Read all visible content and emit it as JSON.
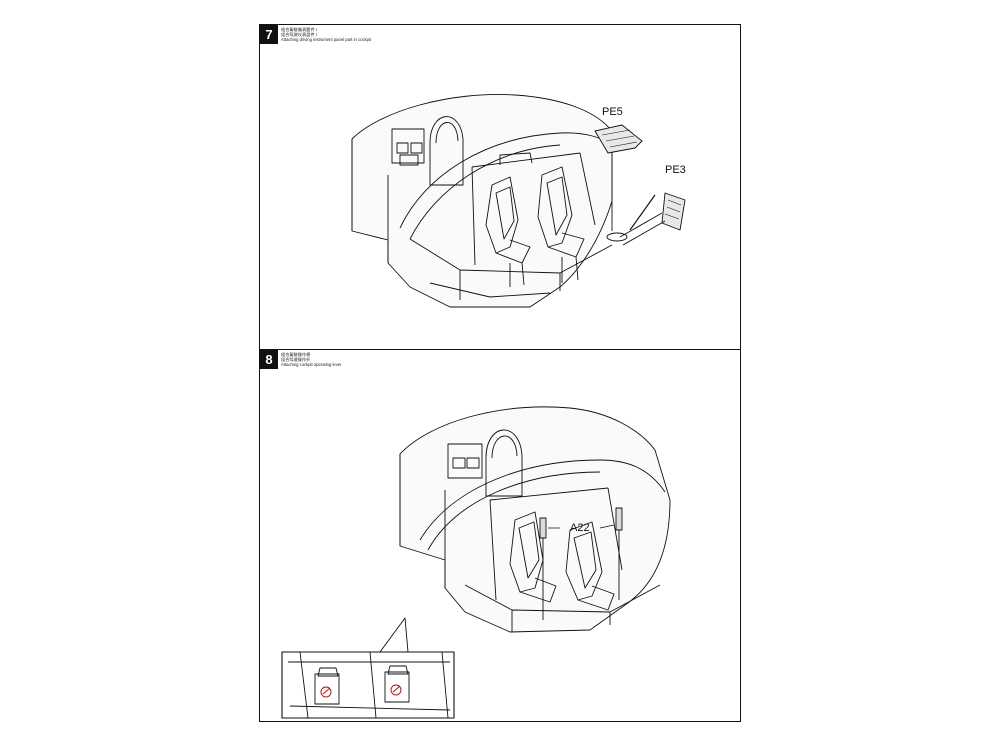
{
  "steps": [
    {
      "number": "7",
      "caption_cn1": "組合駕駛儀表盤件 I",
      "caption_cn2": "组合驾驶仪表盘件 I",
      "caption_en": "Attaching driving instrument panel part in cockpit",
      "parts": [
        "PE5",
        "PE3"
      ]
    },
    {
      "number": "8",
      "caption_cn1": "組合駕駛操作桿",
      "caption_cn2": "组合驾驶操作杆",
      "caption_en": "Attaching cockpit operating lever",
      "parts": [
        "A22"
      ]
    }
  ],
  "colors": {
    "ink": "#111111",
    "paper": "#ffffff",
    "highlight": "#cc0000"
  }
}
